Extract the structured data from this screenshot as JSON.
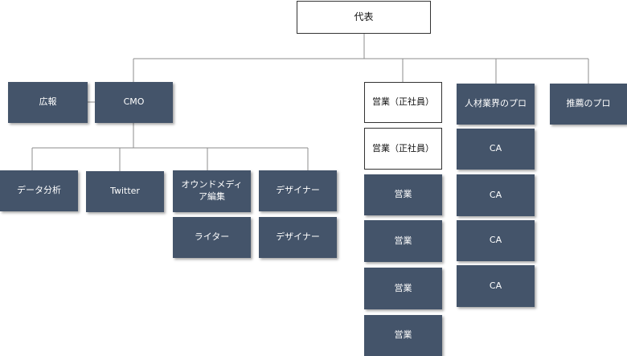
{
  "colors": {
    "box_fill": "#44546a",
    "box_text": "#ffffff",
    "connector": "#8c8c8c",
    "outline": "#333333"
  },
  "root": {
    "label": "代表"
  },
  "pr": {
    "label": "広報"
  },
  "cmo": {
    "label": "CMO"
  },
  "cmo_team": {
    "data_analysis": "データ分析",
    "twitter": "Twitter",
    "owned_media": "オウンドメディア編集",
    "writer": "ライター",
    "designer_1": "デザイナー",
    "designer_2": "デザイナー"
  },
  "sales": {
    "lead_1": "営業（正社員）",
    "lead_2": "営業（正社員）",
    "members": [
      "営業",
      "営業",
      "営業",
      "営業"
    ]
  },
  "hr_pro": {
    "head": "人材業界のプロ",
    "members": [
      "CA",
      "CA",
      "CA",
      "CA"
    ]
  },
  "referral_pro": {
    "label": "推薦のプロ"
  }
}
